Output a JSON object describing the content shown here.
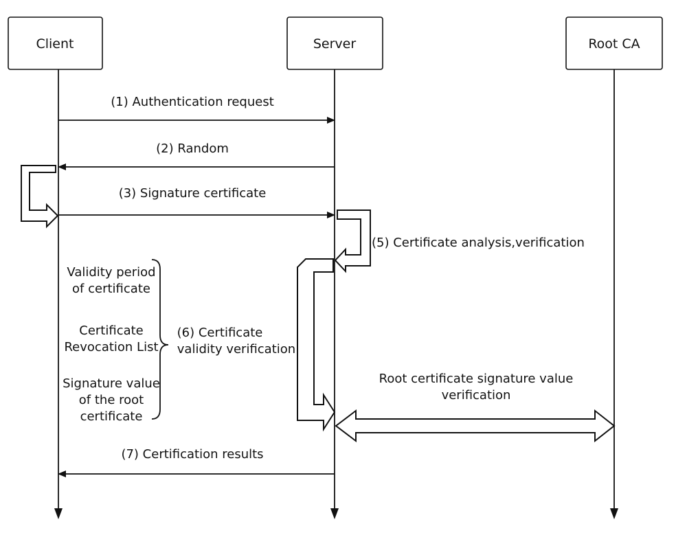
{
  "actors": {
    "client": "Client",
    "server": "Server",
    "root_ca": "Root CA"
  },
  "messages": {
    "m1": "(1) Authentication request",
    "m2": "(2) Random",
    "m3": "(3) Signature certificate",
    "m5": "(5) Certificate analysis,verification",
    "m6": [
      "(6) Certificate",
      "validity verification"
    ],
    "m7": "(7) Certification results",
    "root_verify": [
      "Root certificate signature value",
      "verification"
    ]
  },
  "checks": {
    "validity_period": [
      "Validity period",
      "of certificate"
    ],
    "crl": [
      "Certificate",
      "Revocation List"
    ],
    "root_signature": [
      "Signature value",
      "of the root",
      "certificate"
    ]
  }
}
